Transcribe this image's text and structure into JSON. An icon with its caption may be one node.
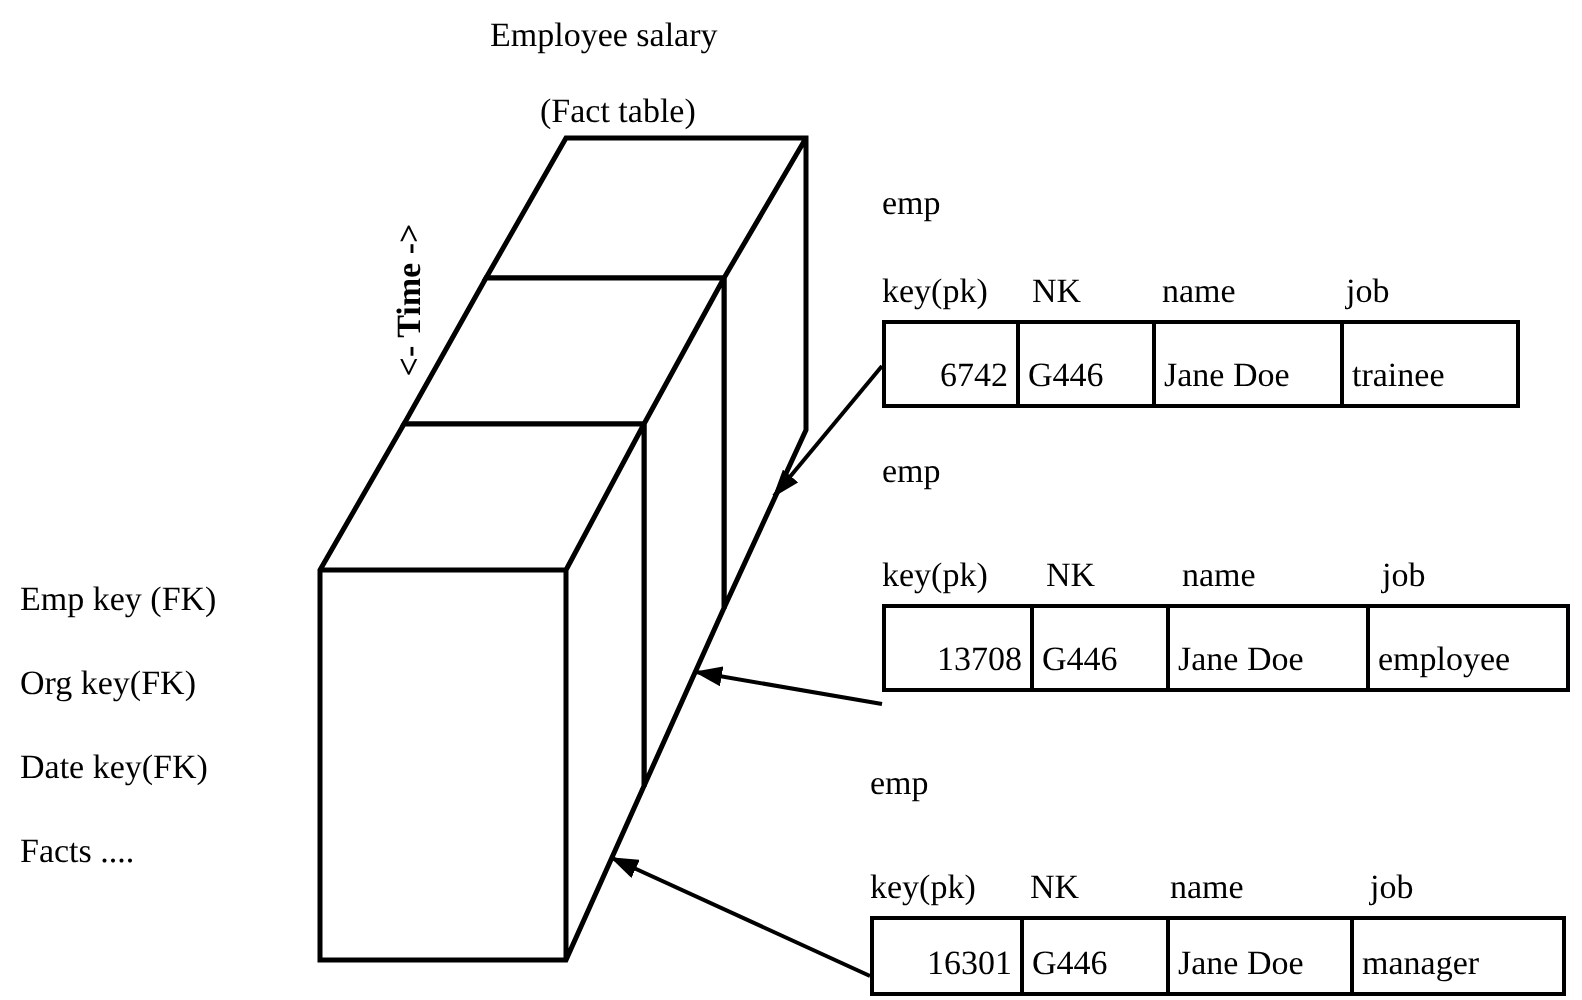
{
  "diagram": {
    "title": "Employee salary",
    "nodes": [
      {
        "text": [
          "(Fact table)"
        ]
      },
      {
        "text": [],
        "shape": "box",
        "in": 0
      },
      {
        "text": [],
        "shape": "box",
        "in": 0
      },
      {
        "text": [],
        "shape": "box",
        "in": 0
      },
      {
        "text": [
          "emp",
          "key(pk)",
          "NK",
          "name",
          "job",
          "6742",
          "G446",
          "Jane Doe",
          "trainee"
        ]
      },
      {
        "text": [
          "emp",
          "key(pk)",
          "NK",
          "name",
          "job",
          "13708",
          "G446",
          "Jane Doe",
          "employee"
        ]
      },
      {
        "text": [
          "emp",
          "key(pk)",
          "NK",
          "name",
          "job",
          "16301",
          "G446",
          "Jane Doe",
          "manager"
        ]
      }
    ],
    "edges": [
      {
        "from": 4,
        "to": 1,
        "arrow": "to"
      },
      {
        "from": 5,
        "to": 2,
        "arrow": "to"
      },
      {
        "from": 6,
        "to": 3,
        "arrow": "to"
      }
    ],
    "labels": [
      "<- Time ->",
      "Emp key (FK)",
      "Org key(FK)",
      "Date key(FK)",
      "Facts ...."
    ]
  }
}
